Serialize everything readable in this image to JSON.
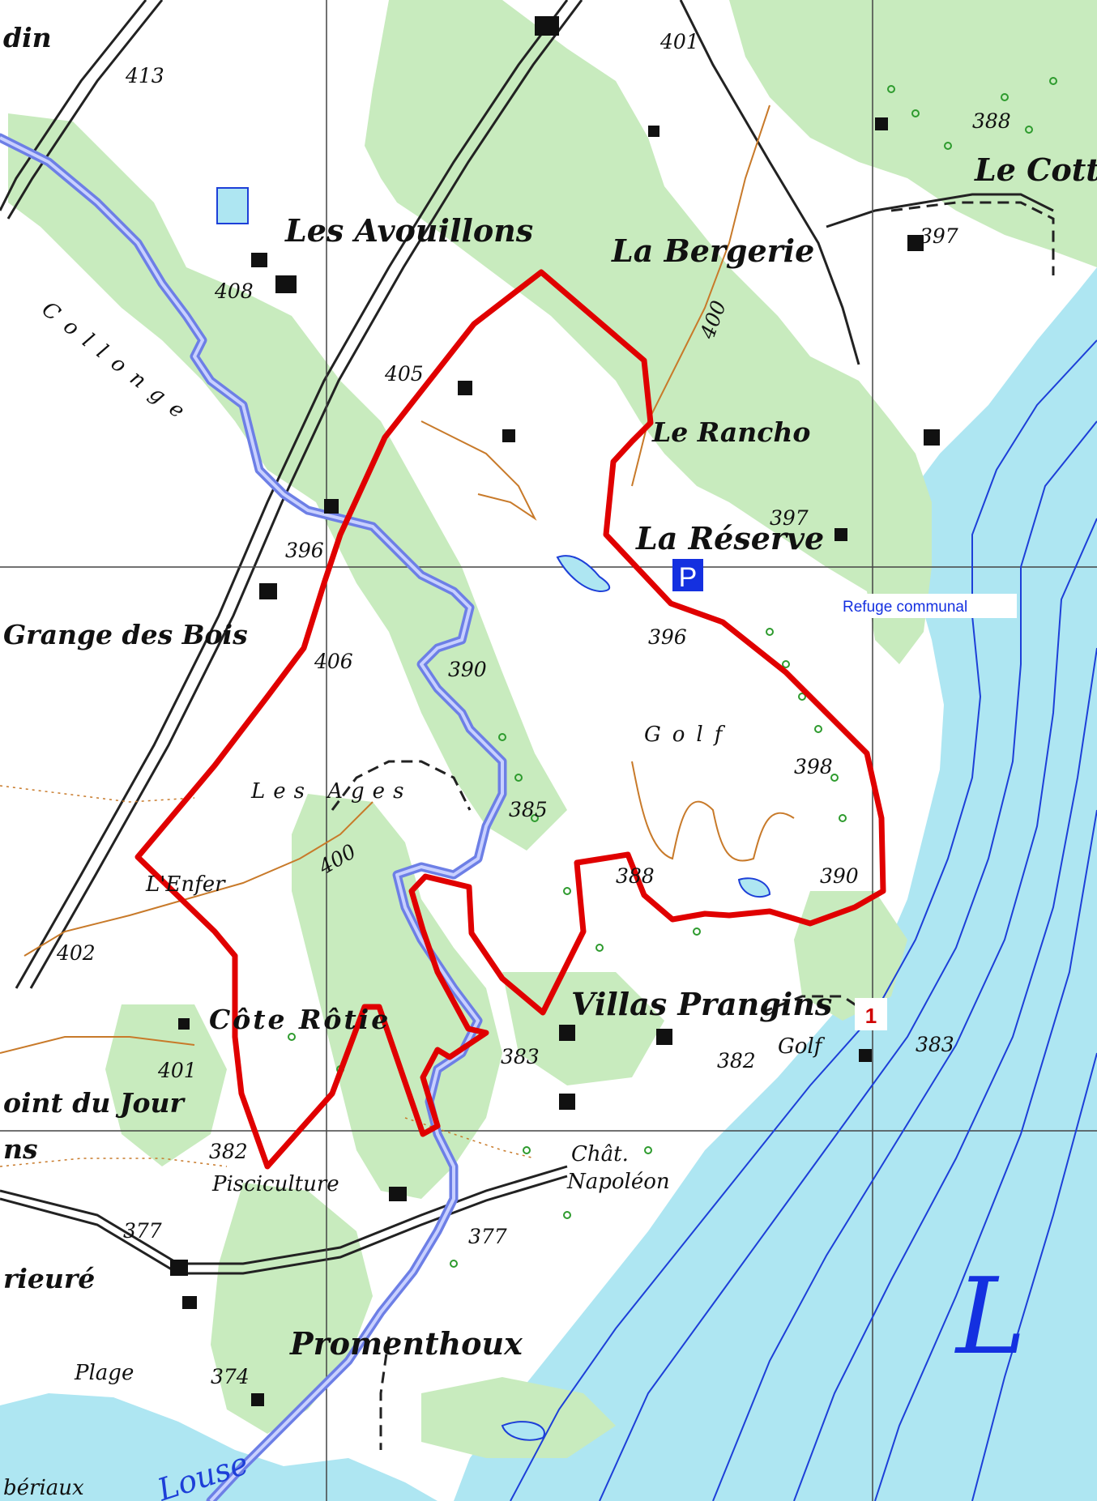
{
  "colors": {
    "forest": "#c8ebbe",
    "meadow": "#ffffff",
    "lake": "#aee6f2",
    "river": "#8f9ff0",
    "perimeter": "#e00000",
    "contour": "#c87a2a",
    "grid": "#555555",
    "parking": "#1430e0"
  },
  "places": {
    "avouillons": "Les Avouillons",
    "bergerie": "La Bergerie",
    "cottage": "Le Cotta",
    "collonge": "Collonge",
    "rancho": "Le Rancho",
    "reserve": "La Réserve",
    "grange": "Grange des Bois",
    "golf": "Golf",
    "ages": "Les Ages",
    "enfer": "L'Enfer",
    "cote_rotie": "Côte Rôtie",
    "villas": "Villas Prangins",
    "golf2": "Golf",
    "point_jour": "oint du Jour",
    "ns": "ns",
    "pisciculture": "Pisciculture",
    "chat": "Chât.",
    "napoleon": "Napoléon",
    "prieure": "rieuré",
    "promenthoux": "Promenthoux",
    "plage": "Plage",
    "beriaux": "bériaux",
    "lake_letter": "L",
    "din": "din",
    "louse": "Louse"
  },
  "altitudes": {
    "a413": "413",
    "a401top": "401",
    "a388": "388",
    "a397a": "397",
    "a408": "408",
    "a405": "405",
    "a397b": "397",
    "a396a": "396",
    "a406": "406",
    "a390a": "390",
    "a396b": "396",
    "a398": "398",
    "a385": "385",
    "a388b": "388",
    "a390b": "390",
    "a400a": "400",
    "a400b": "400",
    "a402": "402",
    "a401": "401",
    "a383a": "383",
    "a382a": "382",
    "a383b": "383",
    "a382b": "382",
    "a377a": "377",
    "a377b": "377",
    "a374": "374"
  },
  "markers": {
    "parking": "P",
    "refuge": "Refuge communal",
    "marker_1": "1"
  }
}
